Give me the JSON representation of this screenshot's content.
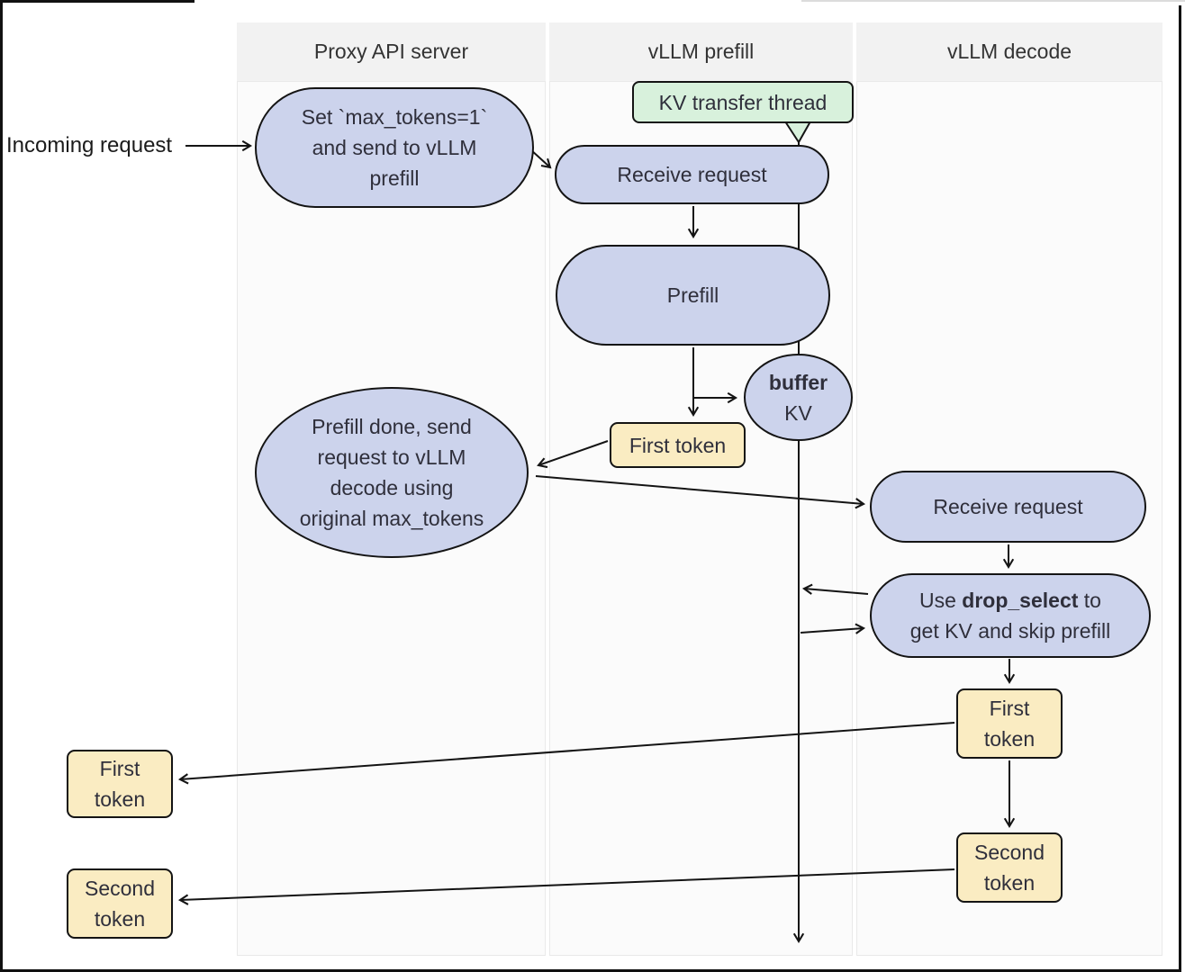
{
  "colors": {
    "node_fill": "#ccd3ec",
    "token_fill": "#faecc2",
    "note_fill": "#d8f1dc",
    "stroke": "#141414",
    "lane_header_fill": "#f2f2f2",
    "lane_body_fill": "#fbfbfb",
    "text": "#2f2f3b"
  },
  "lanes": [
    {
      "label": "Proxy API server"
    },
    {
      "label": "vLLM prefill"
    },
    {
      "label": "vLLM decode"
    }
  ],
  "external": {
    "incoming_label": "Incoming request"
  },
  "nodes": {
    "set_max_tokens": {
      "l1": "Set `max_tokens=1`",
      "l2": "and send to vLLM",
      "l3": "prefill"
    },
    "kv_transfer_thread": {
      "label": "KV transfer thread"
    },
    "receive_request_prefill": {
      "label": "Receive request"
    },
    "prefill": {
      "label": "Prefill"
    },
    "buffer_kv": {
      "bold": "buffer",
      "label": "KV"
    },
    "first_token_prefill": {
      "label": "First token"
    },
    "prefill_done": {
      "l1": "Prefill done, send",
      "l2": "request to vLLM",
      "l3": "decode using",
      "l4": "original max_tokens"
    },
    "receive_request_decode": {
      "label": "Receive request"
    },
    "drop_select": {
      "l1_pre": "Use ",
      "l1_bold": "drop_select",
      "l1_post": " to",
      "l2": "get KV and skip prefill"
    },
    "first_token_decode": {
      "l1": "First",
      "l2": "token"
    },
    "second_token_decode": {
      "l1": "Second",
      "l2": "token"
    },
    "first_token_out": {
      "l1": "First",
      "l2": "token"
    },
    "second_token_out": {
      "l1": "Second",
      "l2": "token"
    }
  }
}
